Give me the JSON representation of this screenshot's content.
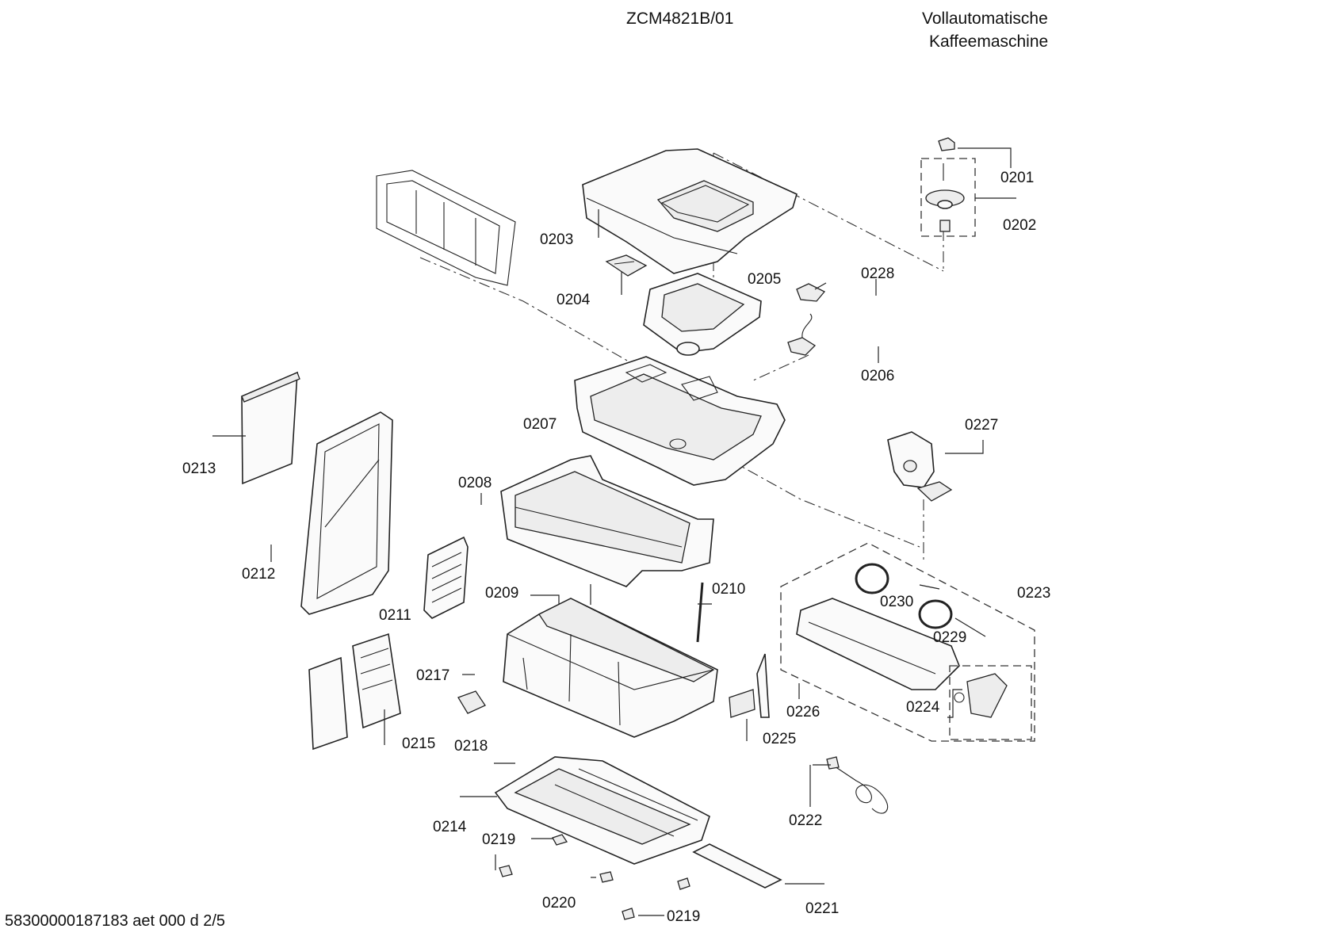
{
  "header": {
    "model": "ZCM4821B/01",
    "description_line1": "Vollautomatische",
    "description_line2": "Kaffeemaschine"
  },
  "footer": {
    "doc_id": "58300000187183 aet 000 d 2/5"
  },
  "labels": {
    "p0201": "0201",
    "p0202": "0202",
    "p0203": "0203",
    "p0204": "0204",
    "p0205": "0205",
    "p0206": "0206",
    "p0207": "0207",
    "p0208": "0208",
    "p0209": "0209",
    "p0210": "0210",
    "p0211": "0211",
    "p0212": "0212",
    "p0213": "0213",
    "p0214": "0214",
    "p0215": "0215",
    "p0217": "0217",
    "p0218": "0218",
    "p0219a": "0219",
    "p0219b": "0219",
    "p0220": "0220",
    "p0221": "0221",
    "p0222": "0222",
    "p0223": "0223",
    "p0224": "0224",
    "p0225": "0225",
    "p0226": "0226",
    "p0227": "0227",
    "p0228": "0228",
    "p0229": "0229",
    "p0230": "0230"
  }
}
